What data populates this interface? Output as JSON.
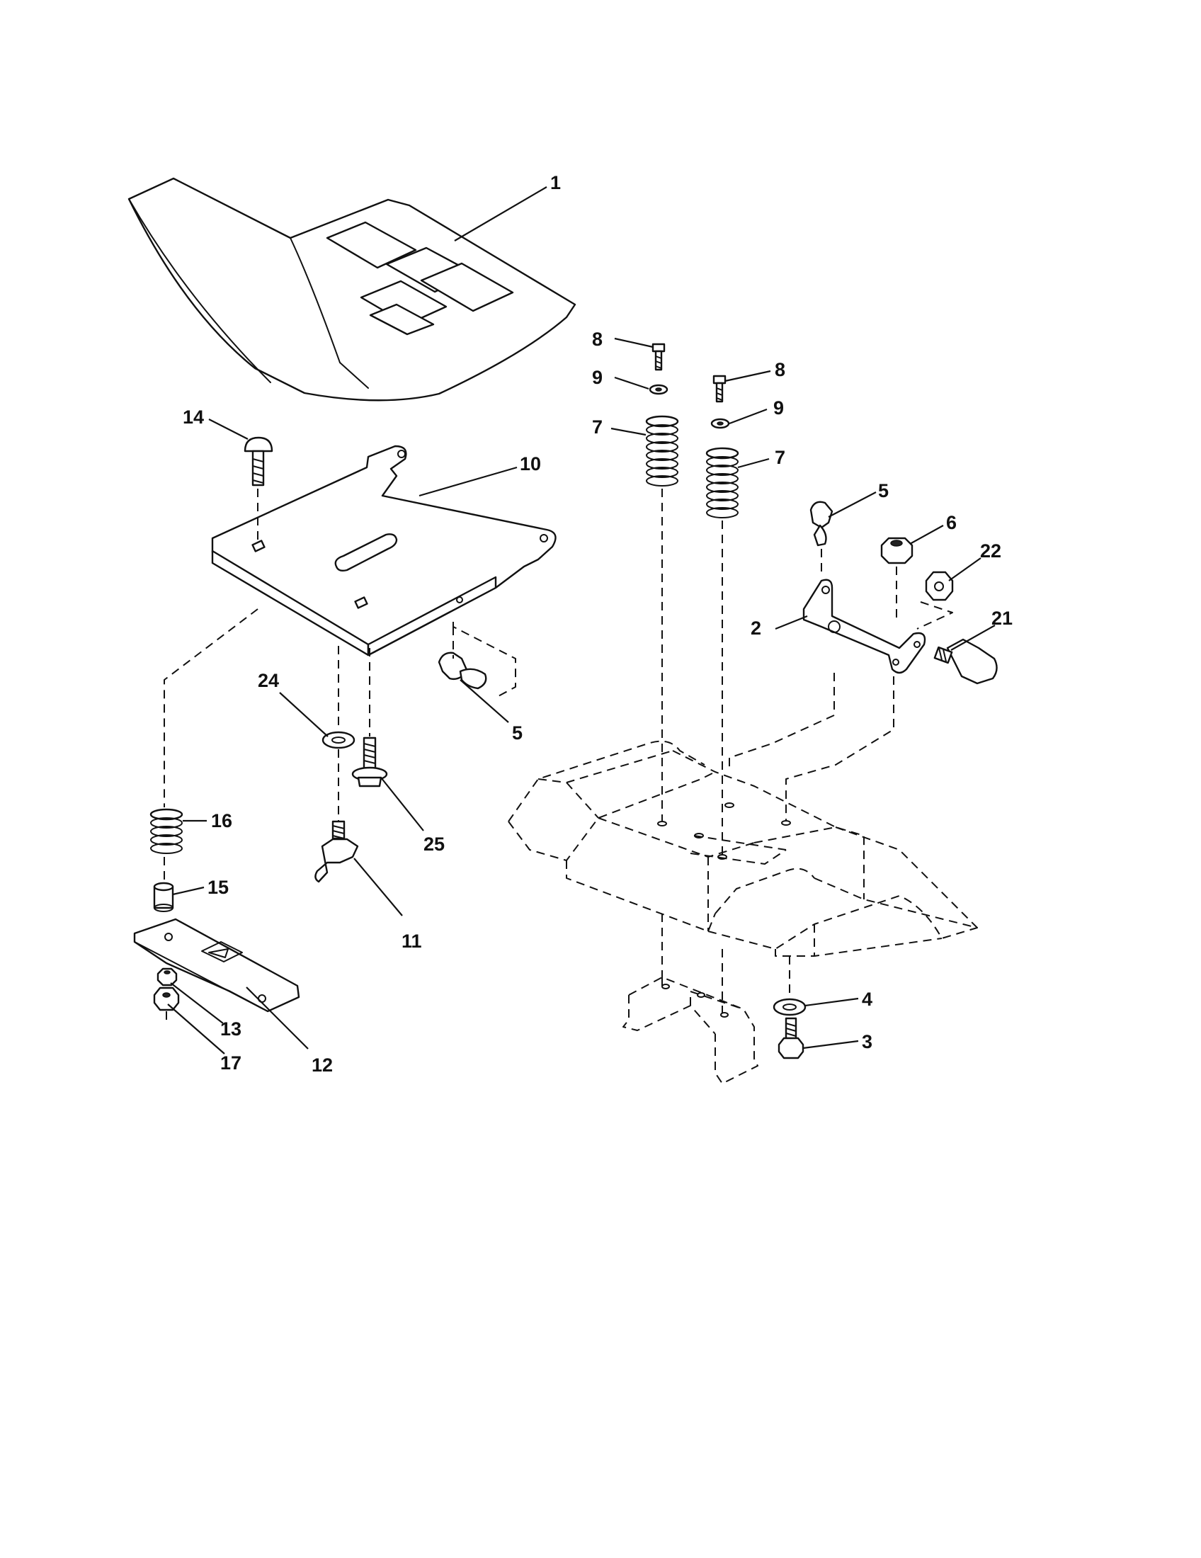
{
  "diagram": {
    "callouts": [
      {
        "id": "c1",
        "label": "1"
      },
      {
        "id": "c14",
        "label": "14"
      },
      {
        "id": "c10",
        "label": "10"
      },
      {
        "id": "c8a",
        "label": "8"
      },
      {
        "id": "c8b",
        "label": "8"
      },
      {
        "id": "c9a",
        "label": "9"
      },
      {
        "id": "c9b",
        "label": "9"
      },
      {
        "id": "c7a",
        "label": "7"
      },
      {
        "id": "c7b",
        "label": "7"
      },
      {
        "id": "c5a",
        "label": "5"
      },
      {
        "id": "c5b",
        "label": "5"
      },
      {
        "id": "c6",
        "label": "6"
      },
      {
        "id": "c22",
        "label": "22"
      },
      {
        "id": "c2",
        "label": "2"
      },
      {
        "id": "c21",
        "label": "21"
      },
      {
        "id": "c24",
        "label": "24"
      },
      {
        "id": "c25",
        "label": "25"
      },
      {
        "id": "c16",
        "label": "16"
      },
      {
        "id": "c15",
        "label": "15"
      },
      {
        "id": "c11",
        "label": "11"
      },
      {
        "id": "c13",
        "label": "13"
      },
      {
        "id": "c17",
        "label": "17"
      },
      {
        "id": "c12",
        "label": "12"
      },
      {
        "id": "c4",
        "label": "4"
      },
      {
        "id": "c3",
        "label": "3"
      }
    ]
  }
}
